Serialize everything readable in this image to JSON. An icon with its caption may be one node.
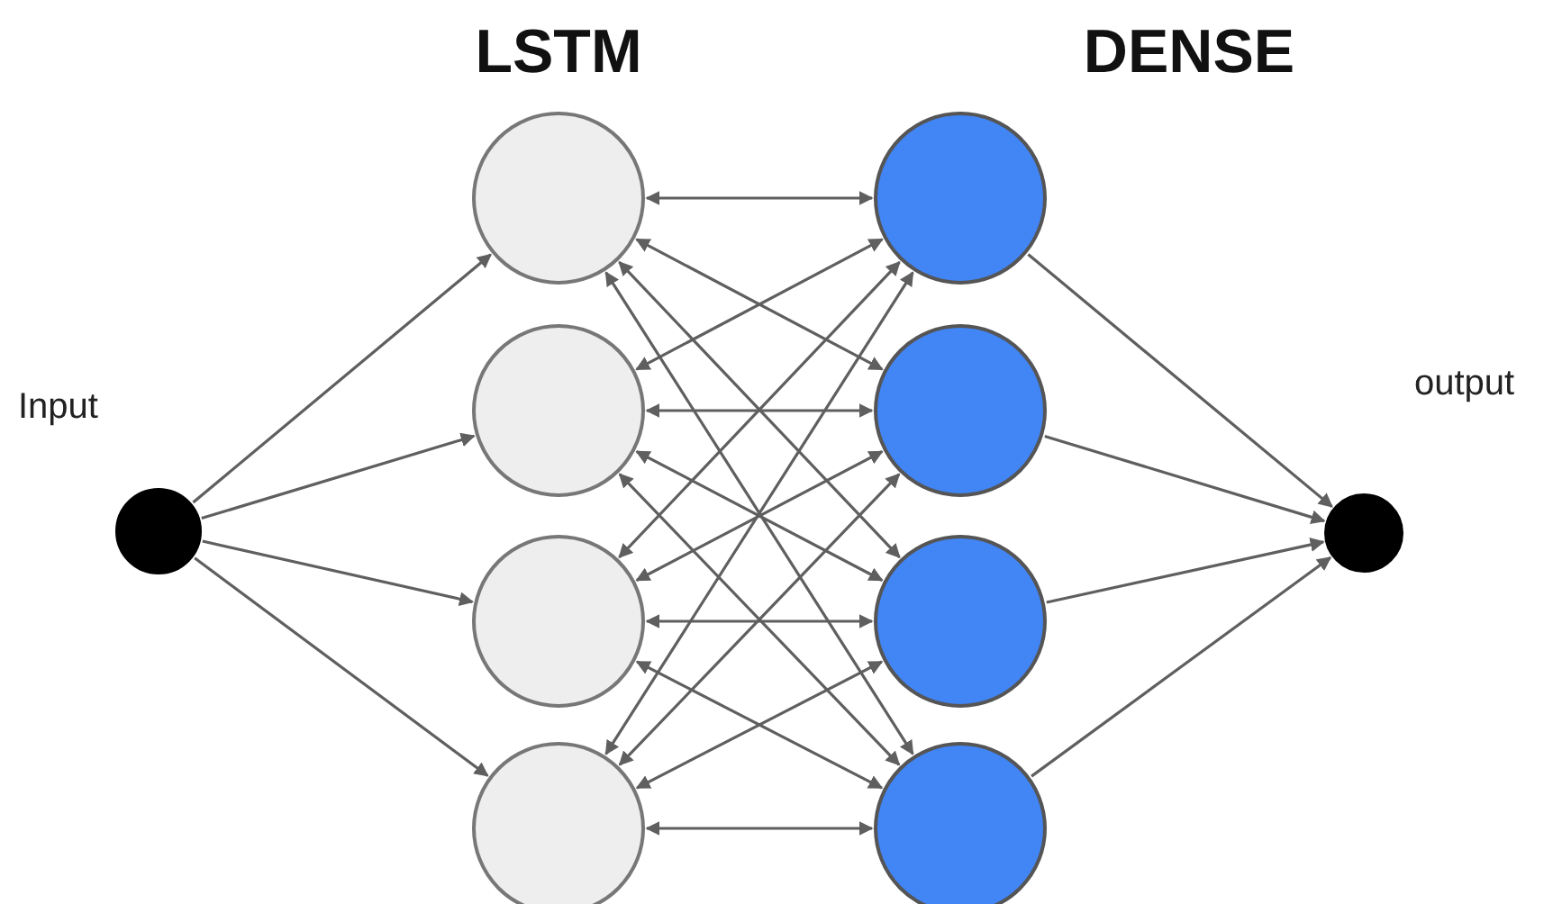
{
  "diagram": {
    "nodes": [
      {
        "text": [],
        "shape": "circle",
        "beside": [
          "Input"
        ]
      },
      {
        "text": [],
        "shape": "circle"
      },
      {
        "text": [],
        "shape": "circle"
      },
      {
        "text": [],
        "shape": "circle"
      },
      {
        "text": [],
        "shape": "circle"
      },
      {
        "text": [],
        "shape": "circle"
      },
      {
        "text": [],
        "shape": "circle"
      },
      {
        "text": [],
        "shape": "circle"
      },
      {
        "text": [],
        "shape": "circle"
      },
      {
        "text": [],
        "shape": "circle",
        "beside": [
          "output"
        ]
      }
    ],
    "edges": [
      {
        "from": 0,
        "to": 1,
        "arrow": "to"
      },
      {
        "from": 0,
        "to": 2,
        "arrow": "to"
      },
      {
        "from": 0,
        "to": 3,
        "arrow": "to"
      },
      {
        "from": 0,
        "to": 4,
        "arrow": "to"
      },
      {
        "from": 1,
        "to": 5,
        "arrow": "both"
      },
      {
        "from": 1,
        "to": 6,
        "arrow": "both"
      },
      {
        "from": 1,
        "to": 7,
        "arrow": "both"
      },
      {
        "from": 1,
        "to": 8,
        "arrow": "both"
      },
      {
        "from": 2,
        "to": 5,
        "arrow": "both"
      },
      {
        "from": 2,
        "to": 6,
        "arrow": "both"
      },
      {
        "from": 2,
        "to": 7,
        "arrow": "both"
      },
      {
        "from": 2,
        "to": 8,
        "arrow": "both"
      },
      {
        "from": 3,
        "to": 5,
        "arrow": "both"
      },
      {
        "from": 3,
        "to": 6,
        "arrow": "both"
      },
      {
        "from": 3,
        "to": 7,
        "arrow": "both"
      },
      {
        "from": 3,
        "to": 8,
        "arrow": "both"
      },
      {
        "from": 4,
        "to": 5,
        "arrow": "both"
      },
      {
        "from": 4,
        "to": 6,
        "arrow": "both"
      },
      {
        "from": 4,
        "to": 7,
        "arrow": "both"
      },
      {
        "from": 4,
        "to": 8,
        "arrow": "both"
      },
      {
        "from": 5,
        "to": 9,
        "arrow": "to"
      },
      {
        "from": 6,
        "to": 9,
        "arrow": "to"
      },
      {
        "from": 7,
        "to": 9,
        "arrow": "to"
      },
      {
        "from": 8,
        "to": 9,
        "arrow": "to"
      }
    ],
    "labels": [
      "LSTM",
      "DENSE"
    ]
  }
}
